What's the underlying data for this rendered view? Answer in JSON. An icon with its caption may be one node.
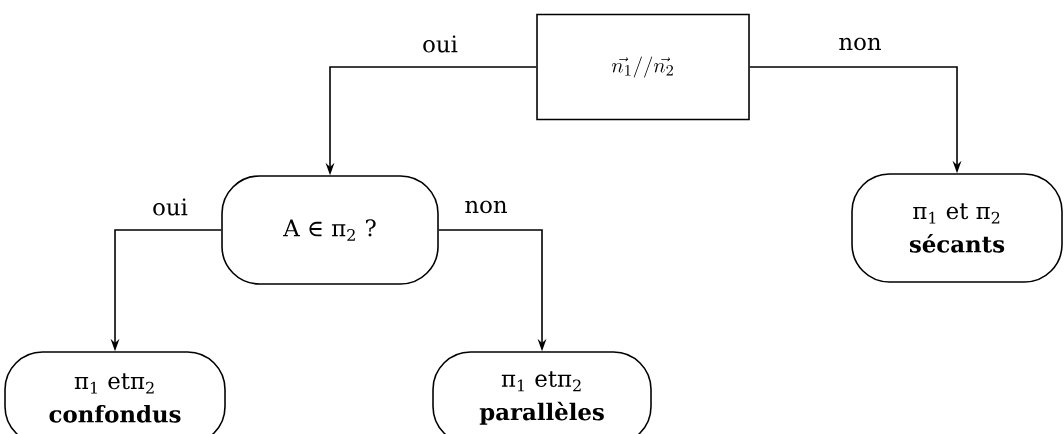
{
  "diagram": {
    "nodes": [
      {
        "text": [
          "\\vec{n_1}//\\vec{n_2}"
        ]
      },
      {
        "text": [
          "A ∈ π$_{2}$ ?"
        ]
      },
      {
        "text": [
          "π$_{1}$ et π$_{2}$",
          "sécants"
        ]
      },
      {
        "text": [
          "π$_{1}$ etπ$_{2}$",
          "confondus"
        ]
      },
      {
        "text": [
          "π$_{1}$ etπ$_{2}$",
          "parallèles"
        ]
      }
    ],
    "edges": [
      {
        "from": 0,
        "to": 1,
        "arrow": "to",
        "label": "oui"
      },
      {
        "from": 0,
        "to": 2,
        "arrow": "to",
        "label": "non"
      },
      {
        "from": 1,
        "to": 3,
        "arrow": "to",
        "label": "oui"
      },
      {
        "from": 1,
        "to": 4,
        "arrow": "to",
        "label": "non"
      }
    ]
  }
}
